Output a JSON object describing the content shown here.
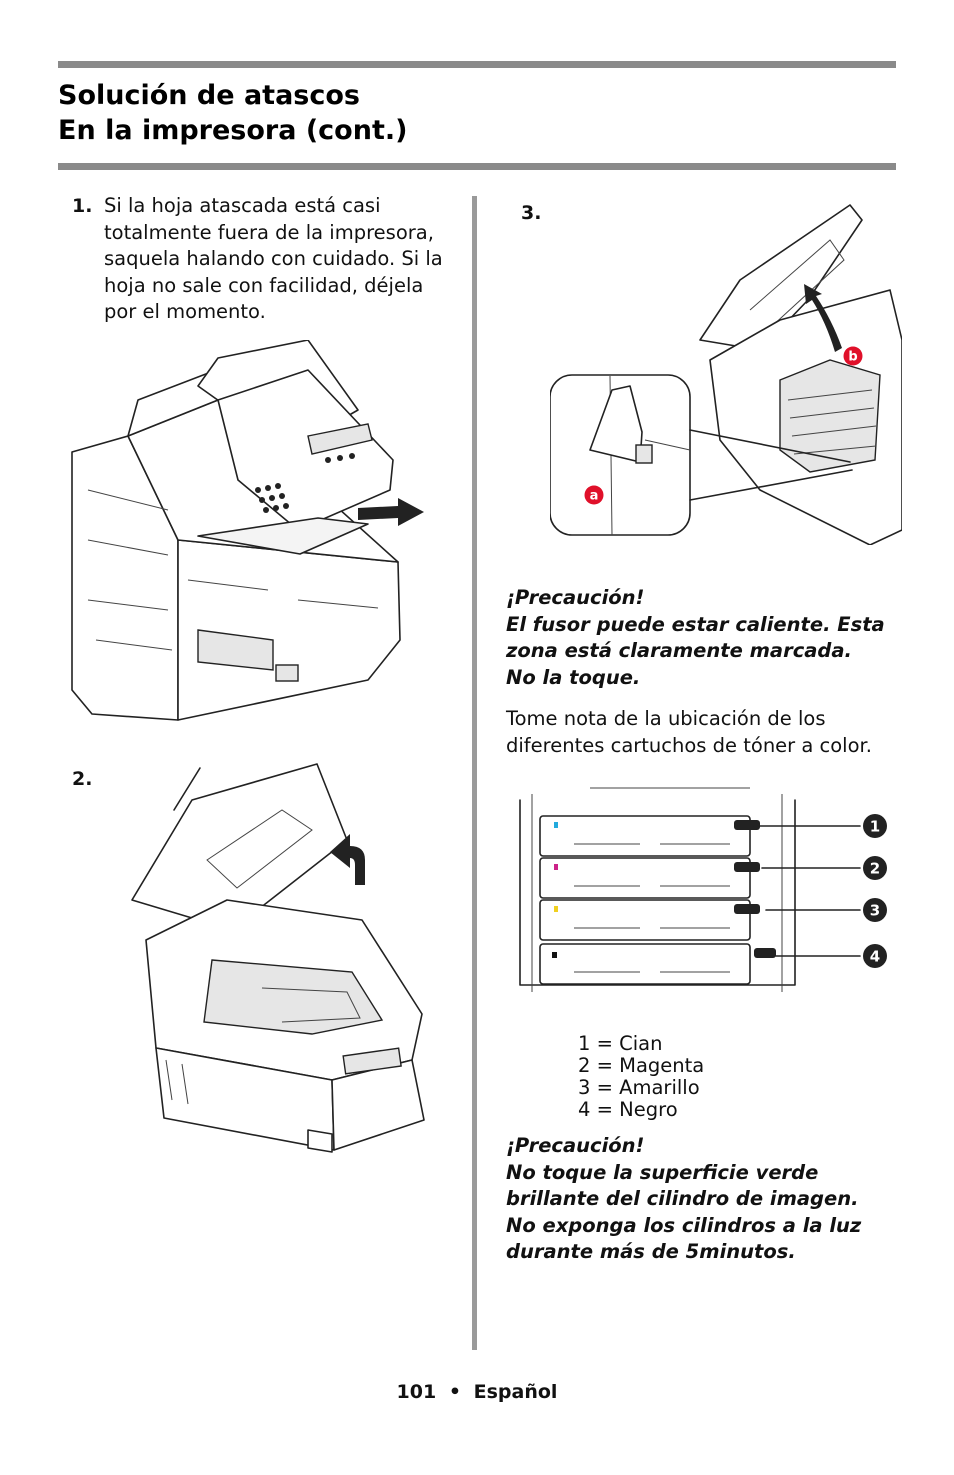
{
  "header": {
    "title_line1": "Solución de atascos",
    "title_line2": "En la impresora (cont.)"
  },
  "steps": [
    {
      "number": "1.",
      "text": "Si la hoja atascada está casi totalmente fuera de la impresora, saquela halando con cuidado. Si la hoja no sale con facilidad, déjela por el momento."
    },
    {
      "number": "2."
    },
    {
      "number": "3."
    }
  ],
  "callouts": {
    "a": "a",
    "b": "b"
  },
  "caution1": {
    "heading": "¡Precaución!",
    "line1": "El fusor puede estar caliente. Esta",
    "line2": "zona está claramente marcada.",
    "line3": "No la toque."
  },
  "note": "Tome nota de la ubicación de los diferentes cartuchos de tóner a color.",
  "toner_markers": [
    "1",
    "2",
    "3",
    "4"
  ],
  "toner_legend": [
    "1 = Cian",
    "2 = Magenta",
    "3 = Amarillo",
    "4 = Negro"
  ],
  "caution2": {
    "heading": "¡Precaución!",
    "line1": "No toque la superficie verde",
    "line2": "brillante del cilindro de imagen.",
    "line3": "No exponga los cilindros a la luz",
    "line4": "durante más de 5minutos."
  },
  "footer": {
    "page": "101",
    "separator": "•",
    "language": "Español"
  },
  "colors": {
    "rule": "#8a8a8a",
    "callout": "#e0102a",
    "cyan": "#22aadd",
    "magenta": "#cc2288",
    "yellow": "#f0d020",
    "black": "#111111"
  }
}
